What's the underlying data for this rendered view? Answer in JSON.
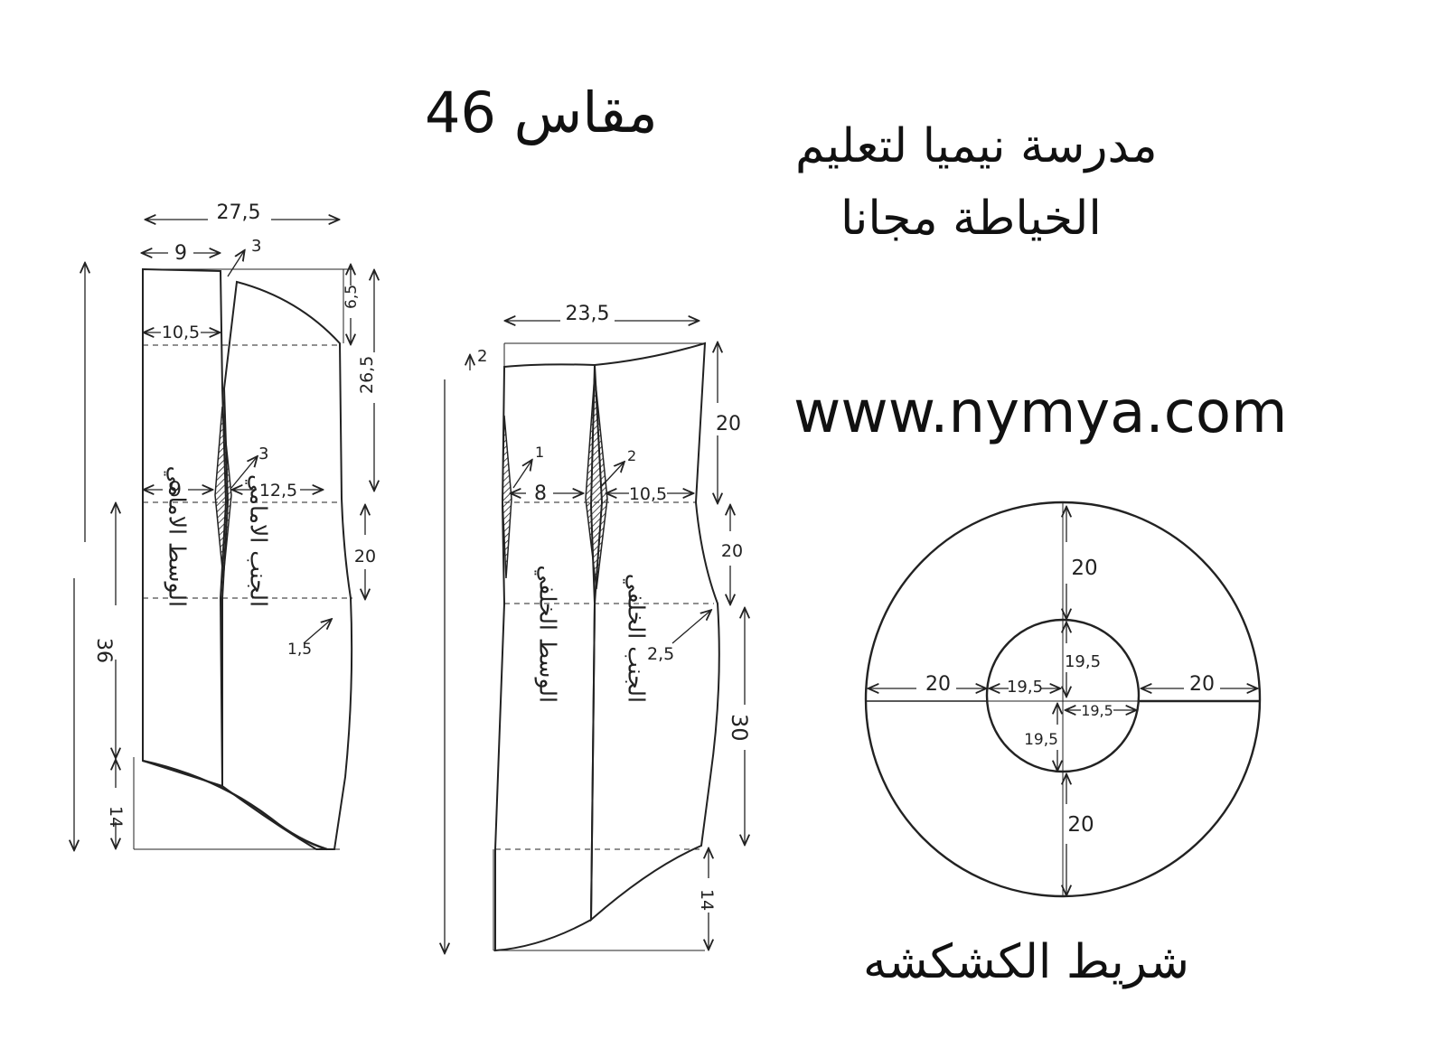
{
  "headings": {
    "size_title": "مقاس 46",
    "school_line1": "مدرسة نيميا لتعليم",
    "school_line2": "الخياطة مجانا",
    "website": "www.nymya.com",
    "ruffle_title": "شريط الكشكشه"
  },
  "front_piece": {
    "width_total": "27,5",
    "width_top_center": "9",
    "dart_top": "3",
    "width_mid": "10,5",
    "width_waist_center": "9",
    "dart_waist": "3",
    "width_waist_side": "12,5",
    "side_top": "6,5",
    "side_upper": "26,5",
    "side_mid": "20",
    "hip_curve": "1,5",
    "left_height": "36",
    "left_bottom": "14",
    "label_center": "الوسط الامامي",
    "label_side": "الجنب الامامي"
  },
  "back_piece": {
    "width_total": "23,5",
    "top_left": "2",
    "right_upper": "20",
    "dart1": "1",
    "dart2": "2",
    "width_center": "8",
    "width_side": "10,5",
    "right_mid": "20",
    "curve": "2,5",
    "right_lower": "30",
    "right_bottom": "14",
    "label_center": "الوسط الخلفي",
    "label_side": "الجنب الخلفي"
  },
  "ruffle": {
    "top_outer": "20",
    "inner_top": "19,5",
    "left_outer": "20",
    "inner_left": "19,5",
    "inner_right": "19,5",
    "right_outer": "20",
    "inner_bottom": "19,5",
    "bottom_outer": "20"
  }
}
